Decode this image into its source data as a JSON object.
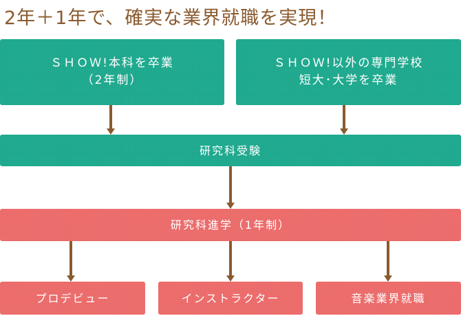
{
  "title": "2年＋1年で、確実な業界就職を実現！",
  "boxes": {
    "show_main": {
      "line1": "ＳＨＯＷ!本科を卒業",
      "line2": "（2年制）"
    },
    "other_school": {
      "line1": "ＳＨＯＷ!以外の専門学校",
      "line2": "短大･大学を卒業"
    },
    "exam": "研究科受験",
    "research": "研究科進学（1年制）",
    "outcomes": [
      "プロデビュー",
      "インストラクター",
      "音楽業界就職"
    ]
  },
  "colors": {
    "title": "#8a5a2e",
    "arrow": "#8a5a2e",
    "teal": "#21ad92",
    "coral": "#ef6f6e"
  }
}
